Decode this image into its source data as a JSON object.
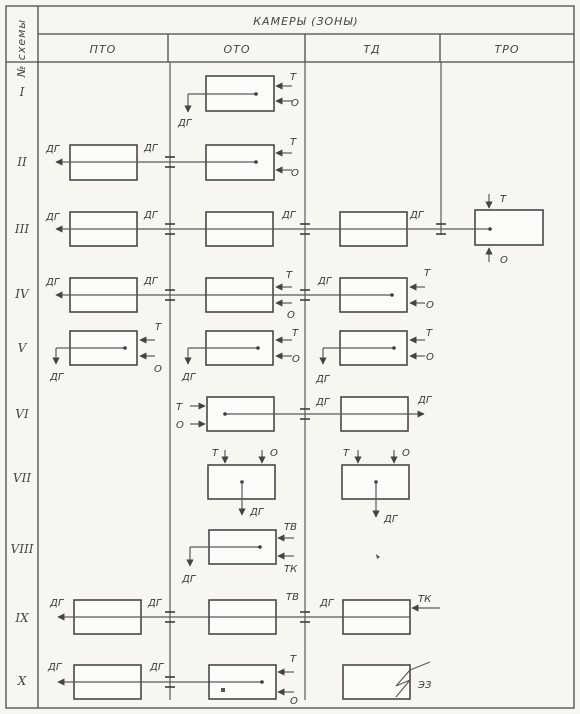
{
  "header": {
    "number_label": "№ схемы",
    "cameras_title": "КАМЕРЫ (ЗОНЫ)",
    "zones": [
      "ПТО",
      "ОТО",
      "ТД",
      "ТРО"
    ]
  },
  "scheme_numbers": [
    "I",
    "II",
    "III",
    "IV",
    "V",
    "VI",
    "VII",
    "VIII",
    "IX",
    "X"
  ],
  "labels": {
    "exhaust": "ДГ",
    "fuel": "Т",
    "oxidizer": "О",
    "fuel_v": "ТВ",
    "fuel_k": "ТК",
    "electric": "ЭЗ"
  }
}
